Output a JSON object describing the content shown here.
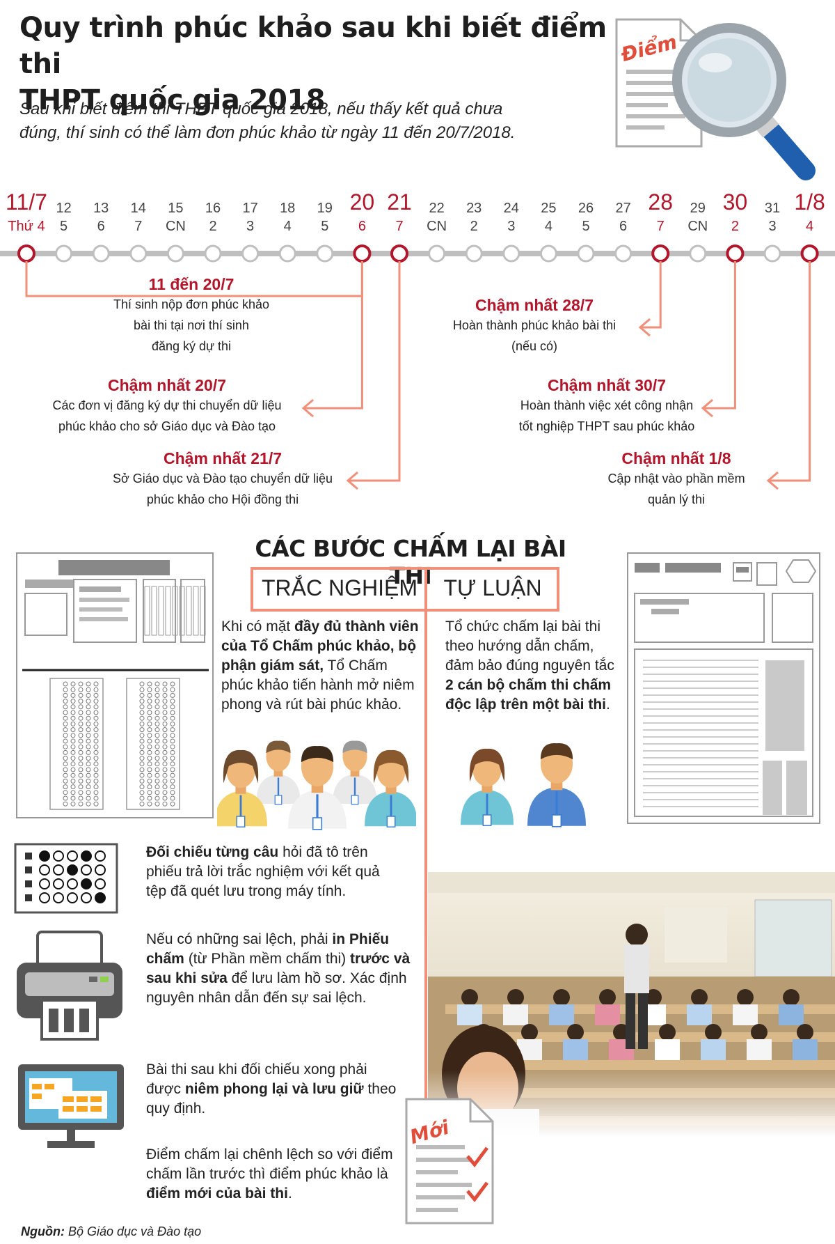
{
  "header": {
    "title_line1": "Quy trình phúc khảo sau khi biết điểm thi",
    "title_line2": "THPT quốc gia 2018",
    "subtitle_line1": "Sau khi biết điểm thi THPT quốc gia 2018, nếu thấy kết quả chưa",
    "subtitle_line2": "đúng, thí sinh có thể làm đơn phúc khảo từ ngày 11 đến 20/7/2018.",
    "badge": "Điểm"
  },
  "timeline": {
    "days": [
      {
        "date": "11/7",
        "weekday": "Thứ 4",
        "highlight": true
      },
      {
        "date": "12",
        "weekday": "5",
        "highlight": false
      },
      {
        "date": "13",
        "weekday": "6",
        "highlight": false
      },
      {
        "date": "14",
        "weekday": "7",
        "highlight": false
      },
      {
        "date": "15",
        "weekday": "CN",
        "highlight": false
      },
      {
        "date": "16",
        "weekday": "2",
        "highlight": false
      },
      {
        "date": "17",
        "weekday": "3",
        "highlight": false
      },
      {
        "date": "18",
        "weekday": "4",
        "highlight": false
      },
      {
        "date": "19",
        "weekday": "5",
        "highlight": false
      },
      {
        "date": "20",
        "weekday": "6",
        "highlight": true
      },
      {
        "date": "21",
        "weekday": "7",
        "highlight": true
      },
      {
        "date": "22",
        "weekday": "CN",
        "highlight": false
      },
      {
        "date": "23",
        "weekday": "2",
        "highlight": false
      },
      {
        "date": "24",
        "weekday": "3",
        "highlight": false
      },
      {
        "date": "25",
        "weekday": "4",
        "highlight": false
      },
      {
        "date": "26",
        "weekday": "5",
        "highlight": false
      },
      {
        "date": "27",
        "weekday": "6",
        "highlight": false
      },
      {
        "date": "28",
        "weekday": "7",
        "highlight": true
      },
      {
        "date": "29",
        "weekday": "CN",
        "highlight": false
      },
      {
        "date": "30",
        "weekday": "2",
        "highlight": true
      },
      {
        "date": "31",
        "weekday": "3",
        "highlight": false
      },
      {
        "date": "1/8",
        "weekday": "4",
        "highlight": true
      }
    ],
    "events": [
      {
        "title": "11 đến 20/7",
        "lines": [
          "Thí sinh nộp đơn phúc khảo",
          "bài thi tại nơi thí sinh",
          "đăng ký dự thi"
        ]
      },
      {
        "title": "Chậm nhất 20/7",
        "lines": [
          "Các đơn vị đăng ký dự thi chuyển dữ liệu",
          "phúc khảo cho sở Giáo dục và Đào tạo"
        ]
      },
      {
        "title": "Chậm nhất 21/7",
        "lines": [
          "Sở Giáo dục và Đào tạo chuyển dữ liệu",
          "phúc khảo cho Hội đồng thi"
        ]
      },
      {
        "title": "Chậm nhất 28/7",
        "lines": [
          "Hoàn thành phúc khảo bài thi",
          "(nếu có)"
        ]
      },
      {
        "title": "Chậm nhất 30/7",
        "lines": [
          "Hoàn thành việc xét công nhận",
          "tốt nghiệp THPT sau phúc khảo"
        ]
      },
      {
        "title": "Chậm nhất 1/8",
        "lines": [
          "Cập nhật vào phần mềm",
          "quản lý thi"
        ]
      }
    ]
  },
  "steps": {
    "title": "CÁC BƯỚC CHẤM LẠI BÀI THI",
    "tab_mc": "TRẮC NGHIỆM",
    "tab_essay": "TỰ LUẬN",
    "mc_intro": {
      "p1": "Khi có mặt ",
      "b1": "đầy đủ thành viên của Tổ Chấm phúc khảo, bộ phận giám sát,",
      "p2": " Tổ Chấm phúc khảo tiến hành mở niêm phong và rút bài phúc khảo."
    },
    "essay_intro": {
      "p1": "Tổ chức chấm lại bài thi theo hướng dẫn chấm, đảm bảo đúng nguyên tắc ",
      "b1": "2 cán bộ chấm thi chấm độc lập trên một bài thi",
      "p2": "."
    },
    "mc_step1": {
      "b1": "Đối chiếu từng câu",
      "p1": " hỏi đã tô trên phiếu trả lời trắc nghiệm với kết quả tệp đã quét lưu trong máy tính."
    },
    "mc_step2": {
      "p1": "Nếu có những sai lệch, phải ",
      "b1": "in Phiếu chấm",
      "p2": " (từ Phần mềm chấm thi) ",
      "b2": "trước và sau khi sửa",
      "p3": " để lưu làm hồ sơ. Xác định nguyên nhân dẫn đến sự sai lệch."
    },
    "mc_step3": {
      "p1": "Bài thi sau khi đối chiếu xong phải được ",
      "b1": "niêm phong lại và lưu giữ",
      "p2": " theo quy định."
    },
    "mc_step4": {
      "p1": "Điểm chấm lại chênh lệch so với điểm chấm lần trước thì điểm phúc khảo là ",
      "b1": "điểm mới của bài thi",
      "p2": "."
    },
    "badge_new": "Mới"
  },
  "source": {
    "label": "Nguồn:",
    "text": " Bộ Giáo dục và Đào tạo"
  },
  "colors": {
    "accent_red": "#b3162a",
    "salmon": "#f08f7a",
    "grey": "#bfbfbf"
  }
}
